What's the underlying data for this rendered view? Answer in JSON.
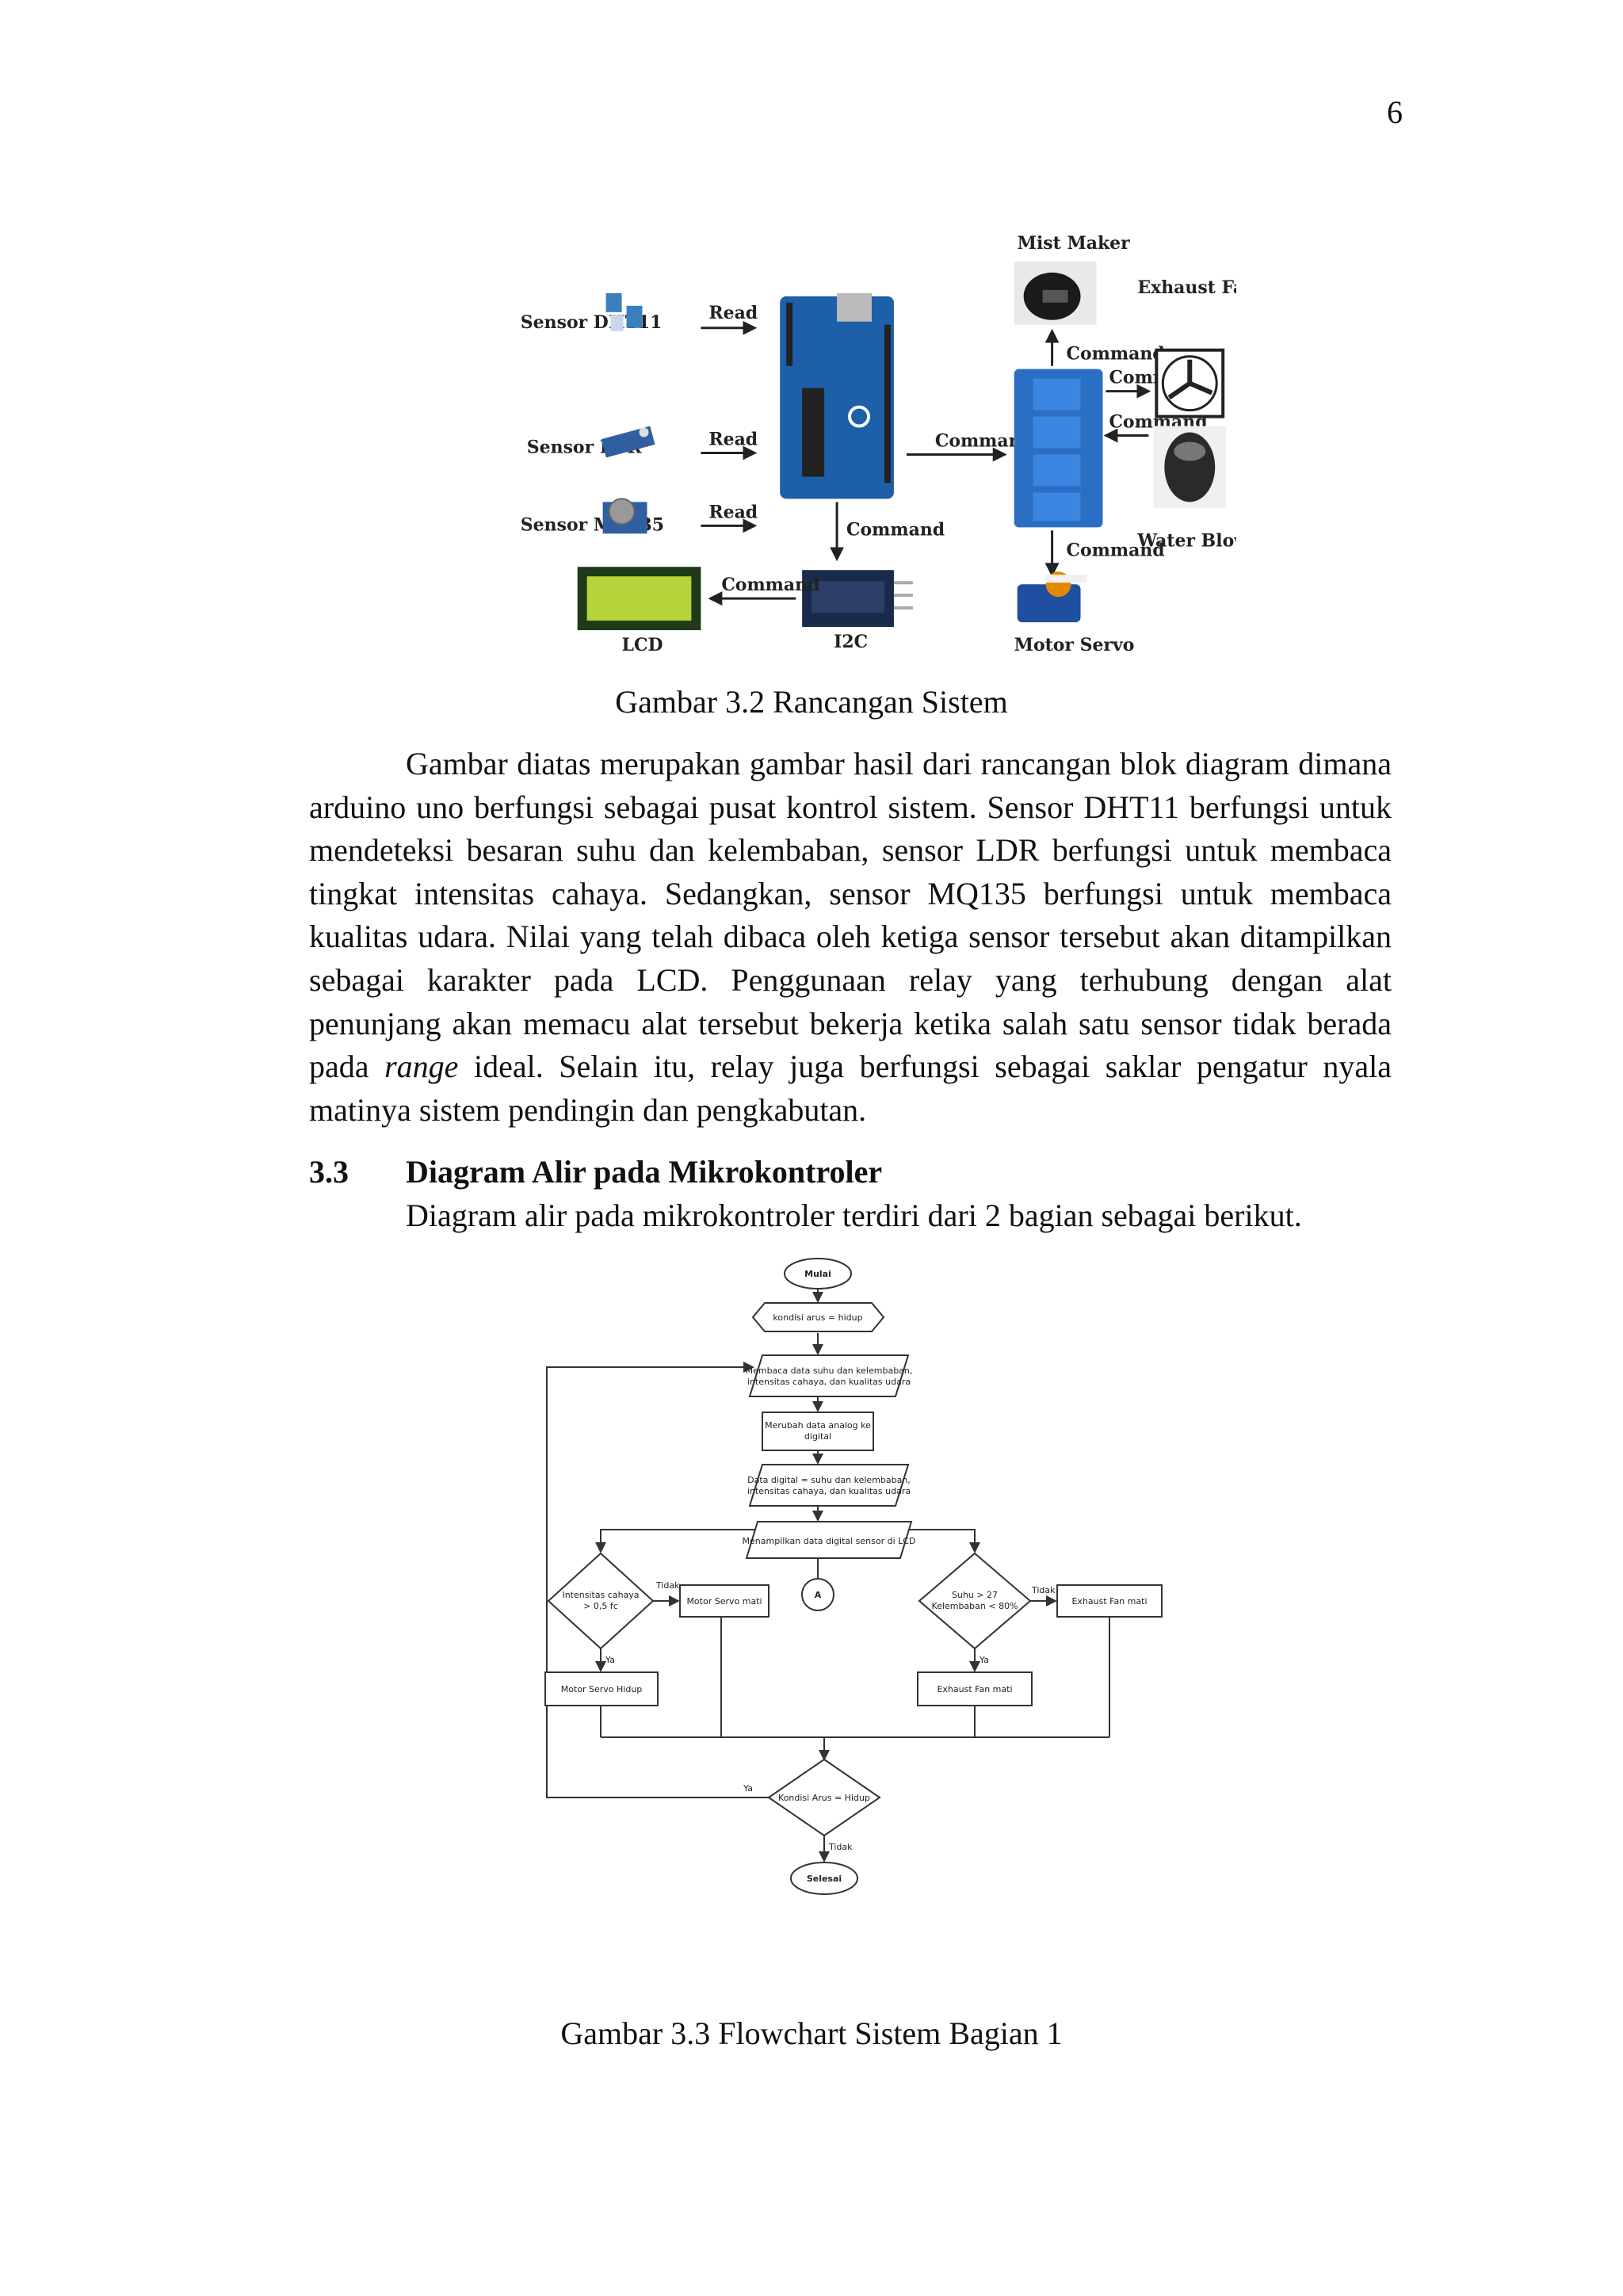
{
  "page_number": "6",
  "figure1": {
    "caption": "Gambar 3.2 Rancangan Sistem",
    "labels": {
      "mist_maker": "Mist Maker",
      "sensor_dht11": "Sensor DHT11",
      "sensor_ldr": "Sensor LDR",
      "sensor_mq135": "Sensor MQ135",
      "read": "Read",
      "command": "Command",
      "exhaust_fan": "Exhaust Fan",
      "water_blower_fan": "Water Blower Fan",
      "lcd": "LCD",
      "i2c": "I2C",
      "motor_servo": "Motor Servo"
    }
  },
  "paragraph": {
    "text_before": "Gambar diatas merupakan gambar hasil dari rancangan blok diagram dimana arduino uno berfungsi sebagai pusat kontrol sistem. Sensor DHT11 berfungsi untuk mendeteksi besaran suhu dan kelembaban, sensor LDR berfungsi untuk membaca tingkat intensitas cahaya. Sedangkan, sensor MQ135 berfungsi untuk membaca kualitas udara. Nilai yang telah dibaca oleh ketiga sensor tersebut akan ditampilkan sebagai karakter pada LCD. Penggunaan relay yang terhubung dengan alat penunjang akan memacu alat tersebut bekerja ketika salah satu sensor tidak berada pada",
    "italic": "range",
    "text_after": "ideal. Selain itu, relay juga berfungsi sebagai saklar pengatur nyala matinya sistem pendingin dan pengkabutan."
  },
  "section": {
    "number": "3.3",
    "title": "Diagram Alir pada Mikrokontroler",
    "intro": "Diagram alir pada mikrokontroler terdiri dari 2 bagian sebagai berikut."
  },
  "figure2": {
    "caption": "Gambar 3.3 Flowchart Sistem Bagian 1",
    "nodes": {
      "start": "Mulai",
      "init": "kondisi arus = hidup",
      "read_1": "Membaca data suhu dan kelembaban,",
      "read_2": "intensitas cahaya, dan kualitas udara",
      "convert_1": "Merubah data analog ke",
      "convert_2": "digital",
      "digital_1": "Data digital = suhu dan kelembaban,",
      "digital_2": "intensitas cahaya, dan kualitas udara",
      "display": "Menampilkan data digital sensor di  LCD",
      "light_1": "Intensitas cahaya",
      "light_2": "> 0,5 fc",
      "servo_off": "Motor Servo mati",
      "connector": "A",
      "temp_1": "Suhu > 27",
      "temp_2": "Kelembaban < 80%",
      "exhaust_on": "Exhaust Fan mati",
      "servo_on": "Motor Servo Hidup",
      "exhaust_off": "Exhaust Fan mati",
      "check": "Kondisi Arus = Hidup",
      "end": "Selesai",
      "yes": "Ya",
      "no": "Tidak"
    }
  },
  "colors": {
    "arduino": "#1d5fa8",
    "relay": "#2a6fc4",
    "lcd": "#b6d43a",
    "line": "#333333"
  }
}
